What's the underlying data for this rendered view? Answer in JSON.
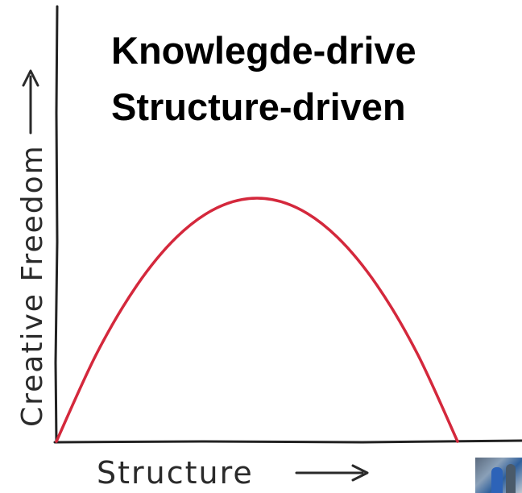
{
  "slide": {
    "title_line1": "Knowlegde-drive",
    "title_line2": "Structure-driven"
  },
  "chart_data": {
    "type": "line",
    "title": "",
    "xlabel": "Structure",
    "ylabel": "Creative Freedom",
    "x": [
      0,
      10,
      20,
      30,
      40,
      50,
      60,
      70,
      80,
      90,
      100
    ],
    "series": [
      {
        "values": [
          0,
          36,
          64,
          84,
          96,
          100,
          96,
          84,
          64,
          36,
          0
        ]
      }
    ],
    "xlim": [
      0,
      100
    ],
    "ylim": [
      0,
      100
    ],
    "grid": false,
    "line_color": "#d4283c",
    "axis_color": "#222222"
  }
}
